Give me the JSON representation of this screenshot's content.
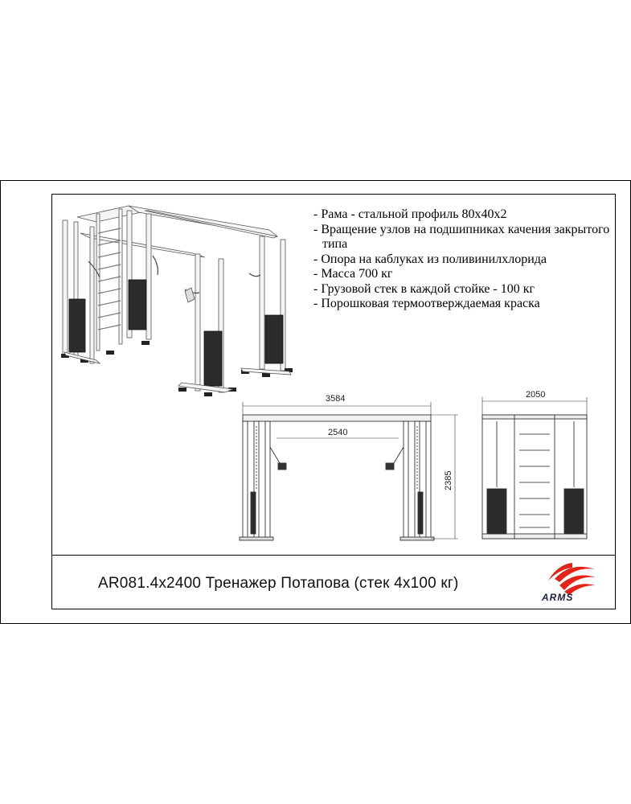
{
  "specs": [
    "- Рама - стальной профиль 80х40х2",
    "- Вращение узлов на подшипниках качения закрытого типа",
    "- Опора на каблуках из поливинилхлорида",
    "- Масса 700 кг",
    "- Грузовой стек в каждой стойке - 100 кг",
    "- Порошковая термоотверждаемая краска"
  ],
  "dimensions": {
    "overall_width": "3584",
    "inner_width": "2540",
    "height": "2385",
    "depth": "2050"
  },
  "title": "AR081.4x2400 Тренажер Потапова (стек 4x100 кг)",
  "brand": "ARMS",
  "colors": {
    "logo_red": "#e2231a",
    "logo_dark": "#1a1f3a",
    "frame": "#f2f2f2",
    "stack": "#2b2b2b"
  }
}
